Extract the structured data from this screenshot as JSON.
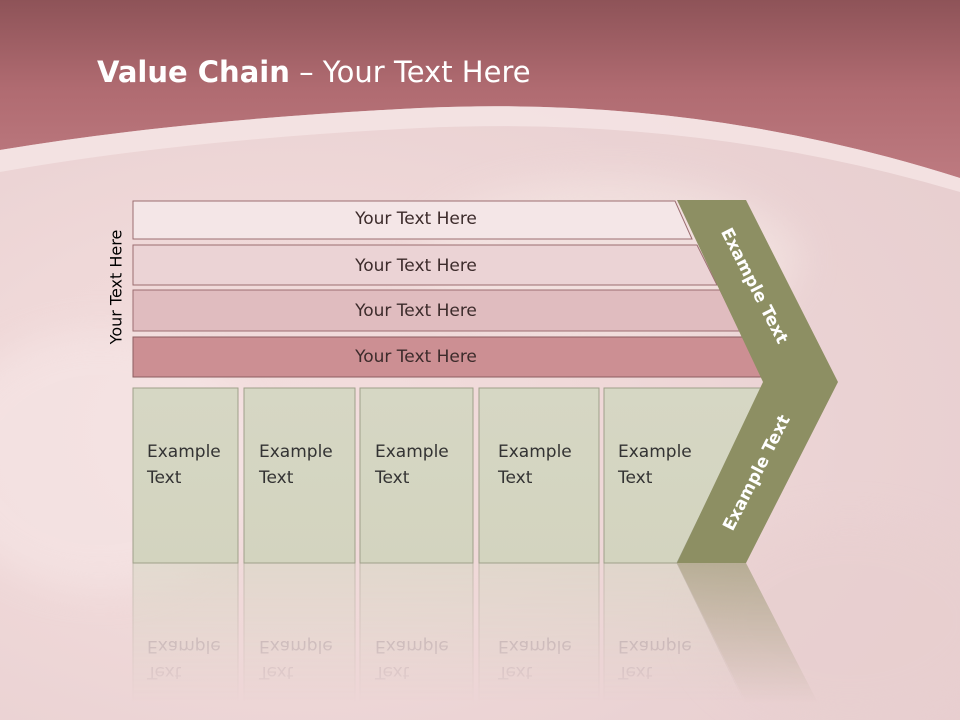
{
  "title": {
    "bold": "Value Chain",
    "rest": " – Your Text Here"
  },
  "side_label": "Your Text Here",
  "bars": [
    {
      "label": "Your Text Here",
      "color": "#f4e6e7"
    },
    {
      "label": "Your Text Here",
      "color": "#ebd3d5"
    },
    {
      "label": "Your Text Here",
      "color": "#e0bcbf"
    },
    {
      "label": "Your Text Here",
      "color": "#cc8f93"
    }
  ],
  "boxes": [
    {
      "line1": "Example",
      "line2": "Text"
    },
    {
      "line1": "Example",
      "line2": "Text"
    },
    {
      "line1": "Example",
      "line2": "Text"
    },
    {
      "line1": "Example",
      "line2": "Text"
    },
    {
      "line1": "Example",
      "line2": "Text"
    }
  ],
  "chevron": {
    "upper_text": "Example Text",
    "lower_text": "Example Text",
    "color": "#8d8f63"
  },
  "colors": {
    "header": "#b46f75",
    "box_fill": "#d5d6c2",
    "box_border": "#9fa08a"
  }
}
